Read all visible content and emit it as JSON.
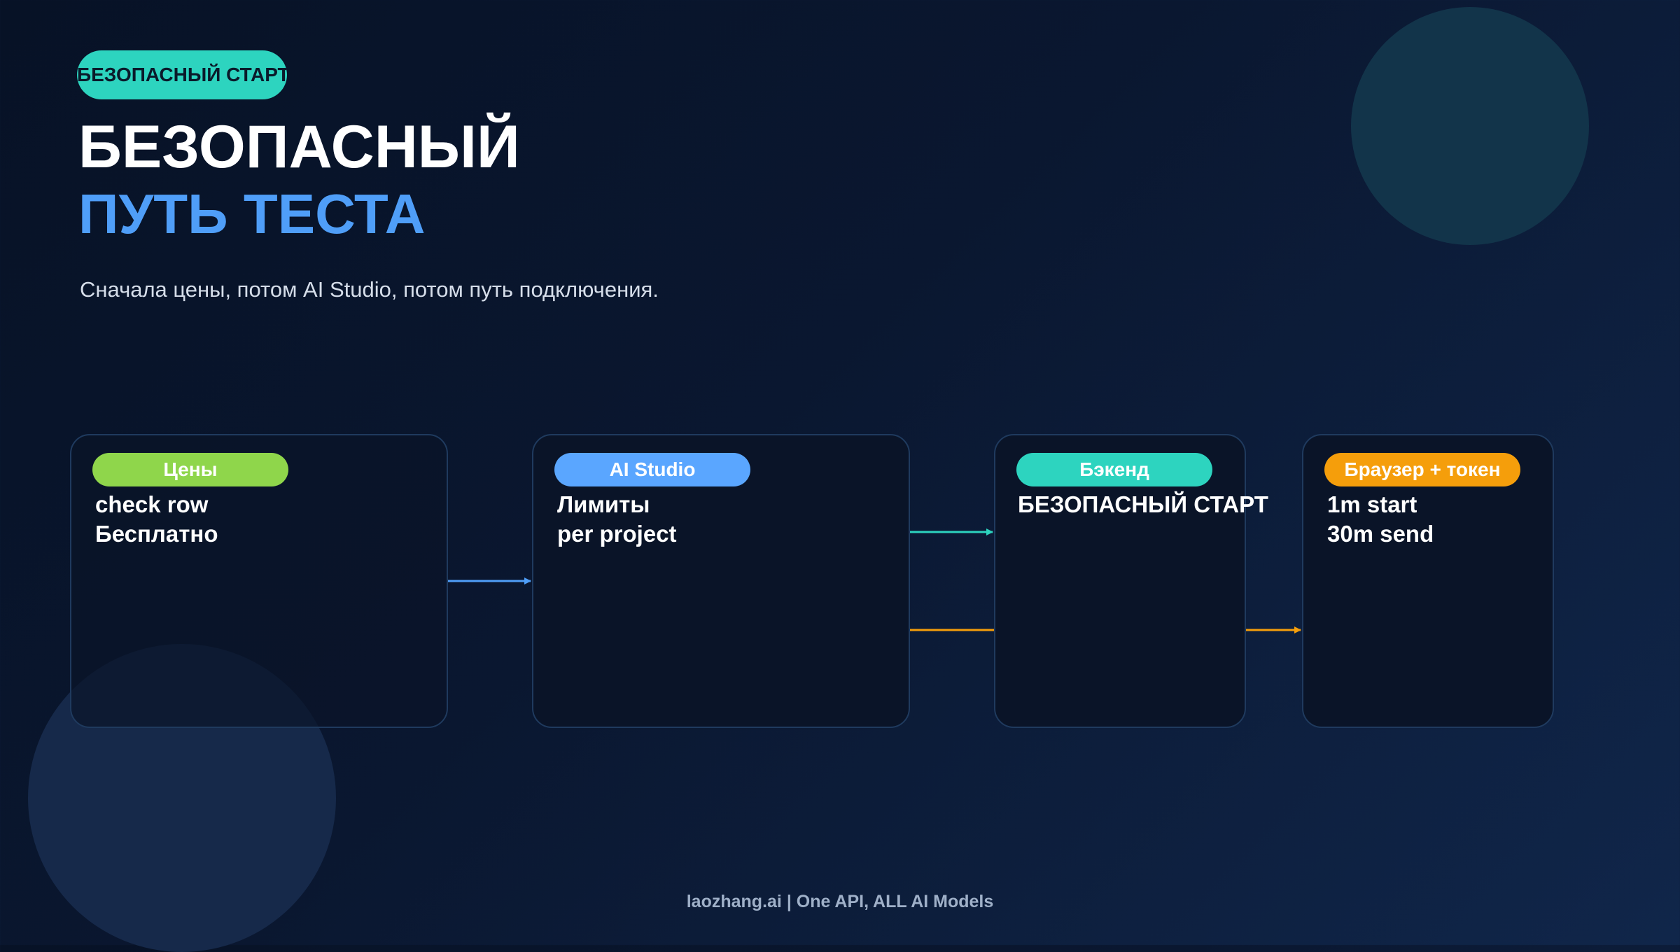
{
  "header": {
    "badge": "БЕЗОПАСНЫЙ СТАРТ",
    "title_line1": "БЕЗОПАСНЫЙ",
    "title_line2": "ПУТЬ ТЕСТА",
    "subtitle": "Сначала цены, потом AI Studio, потом путь подключения."
  },
  "cards": [
    {
      "badge": "Цены",
      "badge_color": "#8fd64b",
      "line1": "check row",
      "line2": "Бесплатно"
    },
    {
      "badge": "AI Studio",
      "badge_color": "#5aa6ff",
      "line1": "Лимиты",
      "line2": "per project"
    },
    {
      "badge": "Бэкенд",
      "badge_color": "#2dd4bf",
      "line1": "БЕЗОПАСНЫЙ СТАРТ",
      "line2": ""
    },
    {
      "badge": "Браузер + токен",
      "badge_color": "#f59e0b",
      "line1": "1m start",
      "line2": "30m send"
    }
  ],
  "connectors": [
    {
      "from": "Цены",
      "to": "AI Studio",
      "color": "#4f9ef8"
    },
    {
      "from": "AI Studio",
      "to": "Бэкенд",
      "color": "#2dd4bf"
    },
    {
      "from": "AI Studio",
      "to": "Браузер + токен",
      "color": "#f59e0b"
    }
  ],
  "colors": {
    "background": "#0a1730",
    "accent_blue": "#4f9ef8",
    "accent_teal": "#2dd4bf",
    "card_border": "#1f3a5e"
  },
  "footer": {
    "text": "laozhang.ai | One API, ALL AI Models"
  }
}
